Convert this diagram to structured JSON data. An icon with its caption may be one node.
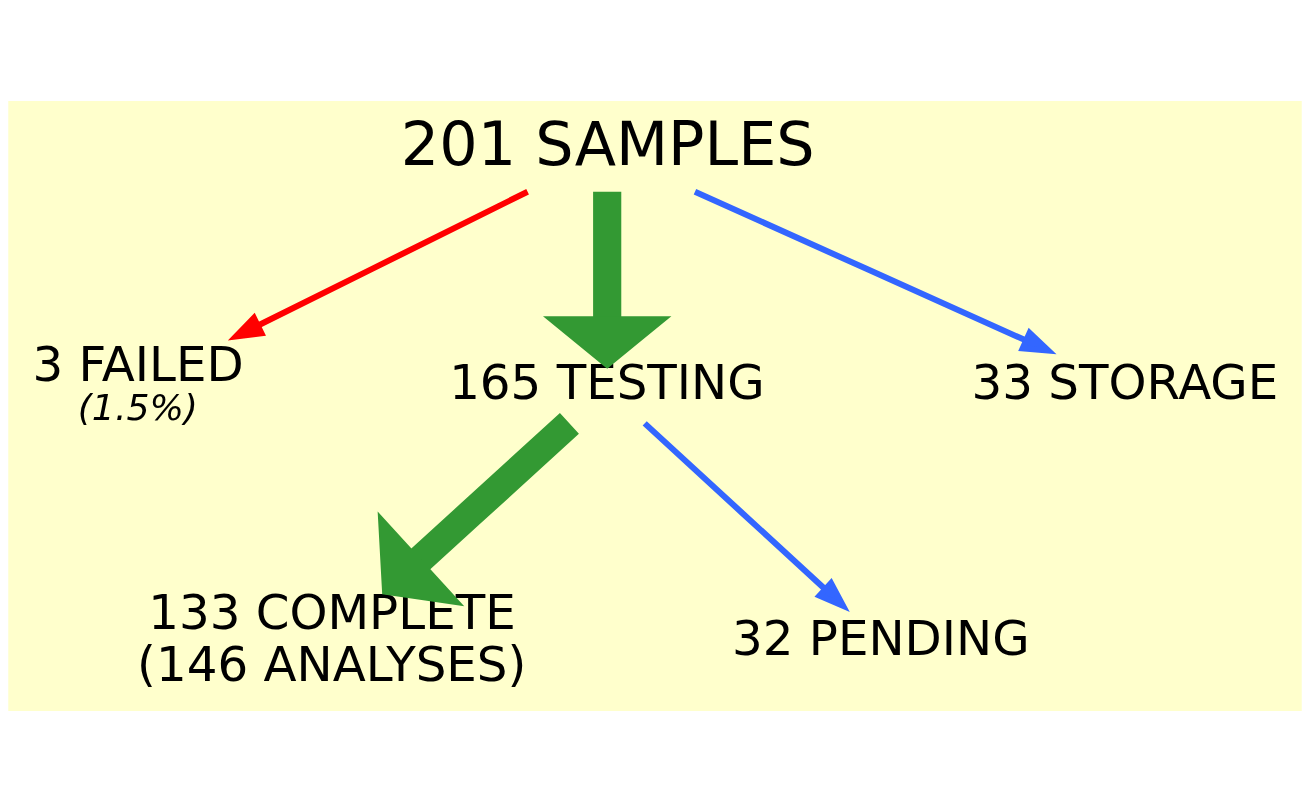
{
  "diagram": {
    "nodes": [
      {
        "text": [
          "201 SAMPLES"
        ]
      },
      {
        "text": [
          "3 FAILED",
          "(1.5%)"
        ]
      },
      {
        "text": [
          "165 TESTING"
        ]
      },
      {
        "text": [
          "33 STORAGE"
        ]
      },
      {
        "text": [
          "133 COMPLETE",
          "(146 ANALYSES)"
        ]
      },
      {
        "text": [
          "32 PENDING"
        ]
      }
    ],
    "edges": [
      {
        "from": 0,
        "to": 1,
        "arrow": "to",
        "color": "#ff0000"
      },
      {
        "from": 0,
        "to": 2,
        "arrow": "to",
        "style": "thick",
        "color": "#339933"
      },
      {
        "from": 0,
        "to": 3,
        "arrow": "to",
        "color": "#3366ff"
      },
      {
        "from": 2,
        "to": 4,
        "arrow": "to",
        "style": "thick",
        "color": "#339933"
      },
      {
        "from": 2,
        "to": 5,
        "arrow": "to",
        "color": "#3366ff"
      }
    ]
  }
}
